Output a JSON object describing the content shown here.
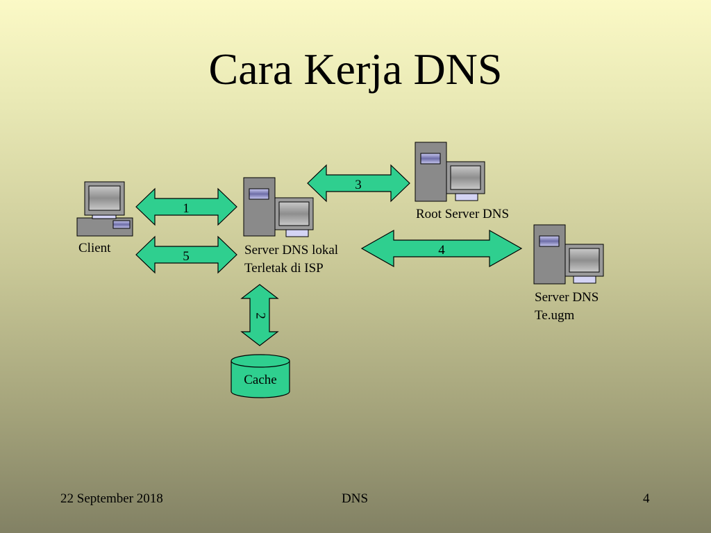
{
  "slide": {
    "title": "Cara Kerja DNS",
    "colors": {
      "arrow": "#2fcf8f",
      "cylinder": "#2fcf8f",
      "case": "#8a8a8a"
    },
    "nodes": {
      "client": "Client",
      "local_server_line1": "Server DNS lokal",
      "local_server_line2": "Terletak di ISP",
      "root_server": "Root Server DNS",
      "te_server_line1": "Server DNS",
      "te_server_line2": "Te.ugm",
      "cache": "Cache"
    },
    "arrows": {
      "a1": "1",
      "a2": "2",
      "a3": "3",
      "a4": "4",
      "a5": "5"
    },
    "footer": {
      "date": "22 September 2018",
      "center": "DNS",
      "page": "4"
    }
  }
}
